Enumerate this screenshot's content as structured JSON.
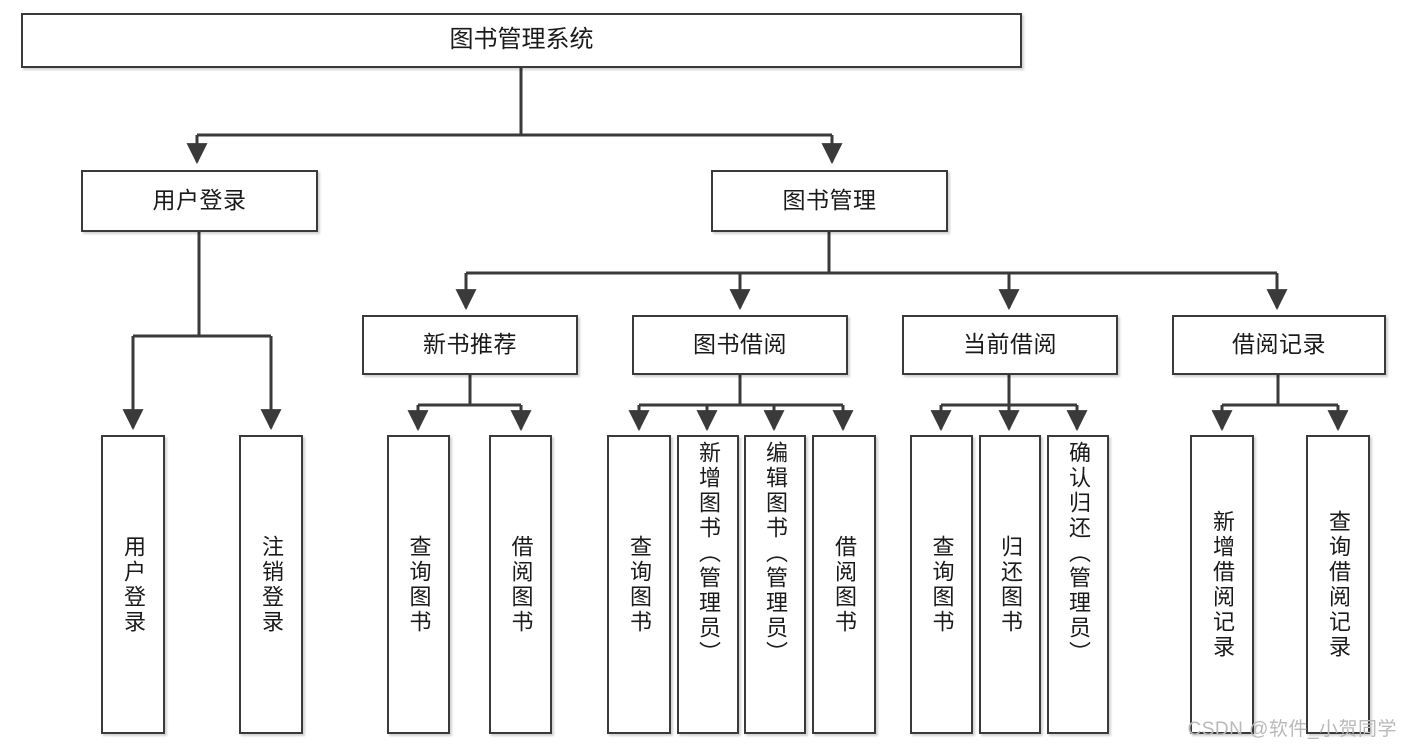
{
  "diagram": {
    "title": "图书管理系统",
    "root": {
      "label": "图书管理系统"
    },
    "level1": [
      {
        "label": "用户登录"
      },
      {
        "label": "图书管理"
      }
    ],
    "level2": [
      {
        "label": "新书推荐"
      },
      {
        "label": "图书借阅"
      },
      {
        "label": "当前借阅"
      },
      {
        "label": "借阅记录"
      }
    ],
    "leaves": {
      "user_login": [
        {
          "label": "用户登录"
        },
        {
          "label": "注销登录"
        }
      ],
      "new_book_recommend": [
        {
          "label": "查询图书"
        },
        {
          "label": "借阅图书"
        }
      ],
      "book_borrow": [
        {
          "label": "查询图书"
        },
        {
          "label": "新增图书（管理员）"
        },
        {
          "label": "编辑图书（管理员）"
        },
        {
          "label": "借阅图书"
        }
      ],
      "current_borrow": [
        {
          "label": "查询图书"
        },
        {
          "label": "归还图书"
        },
        {
          "label": "确认归还（管理员）"
        }
      ],
      "borrow_record": [
        {
          "label": "新增借阅记录"
        },
        {
          "label": "查询借阅记录"
        }
      ]
    }
  },
  "watermark": {
    "text": "CSDN @软件_小贺同学"
  },
  "colors": {
    "stroke": "#3a3a3a",
    "text": "#1a1a1a",
    "background": "#ffffff",
    "watermark": "#b9b9b9"
  }
}
